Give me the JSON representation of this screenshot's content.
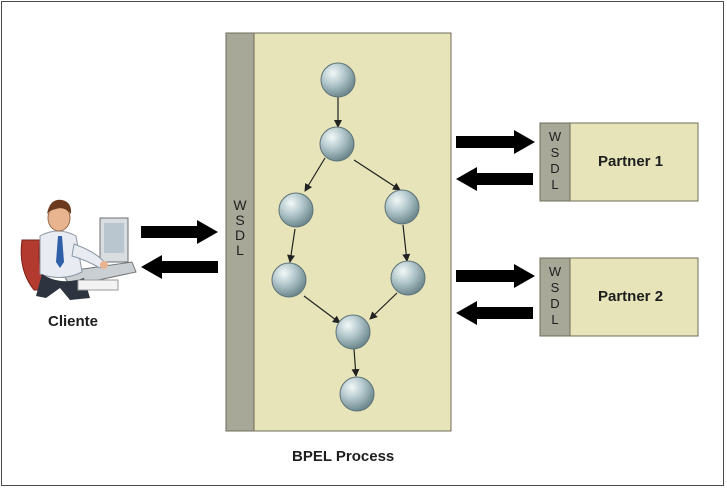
{
  "client": {
    "label": "Cliente"
  },
  "process": {
    "label": "BPEL Process",
    "wsdl_letters": [
      "W",
      "S",
      "D",
      "L"
    ]
  },
  "partners": [
    {
      "label": "Partner 1",
      "wsdl_letters": [
        "W",
        "S",
        "D",
        "L"
      ]
    },
    {
      "label": "Partner 2",
      "wsdl_letters": [
        "W",
        "S",
        "D",
        "L"
      ]
    }
  ],
  "colors": {
    "process_fill": "#e6e4b8",
    "wsdl_bar": "#a8a898",
    "partner_fill": "#e6e4b8",
    "node_fill": "#aac4c8",
    "arrow": "#000000"
  }
}
